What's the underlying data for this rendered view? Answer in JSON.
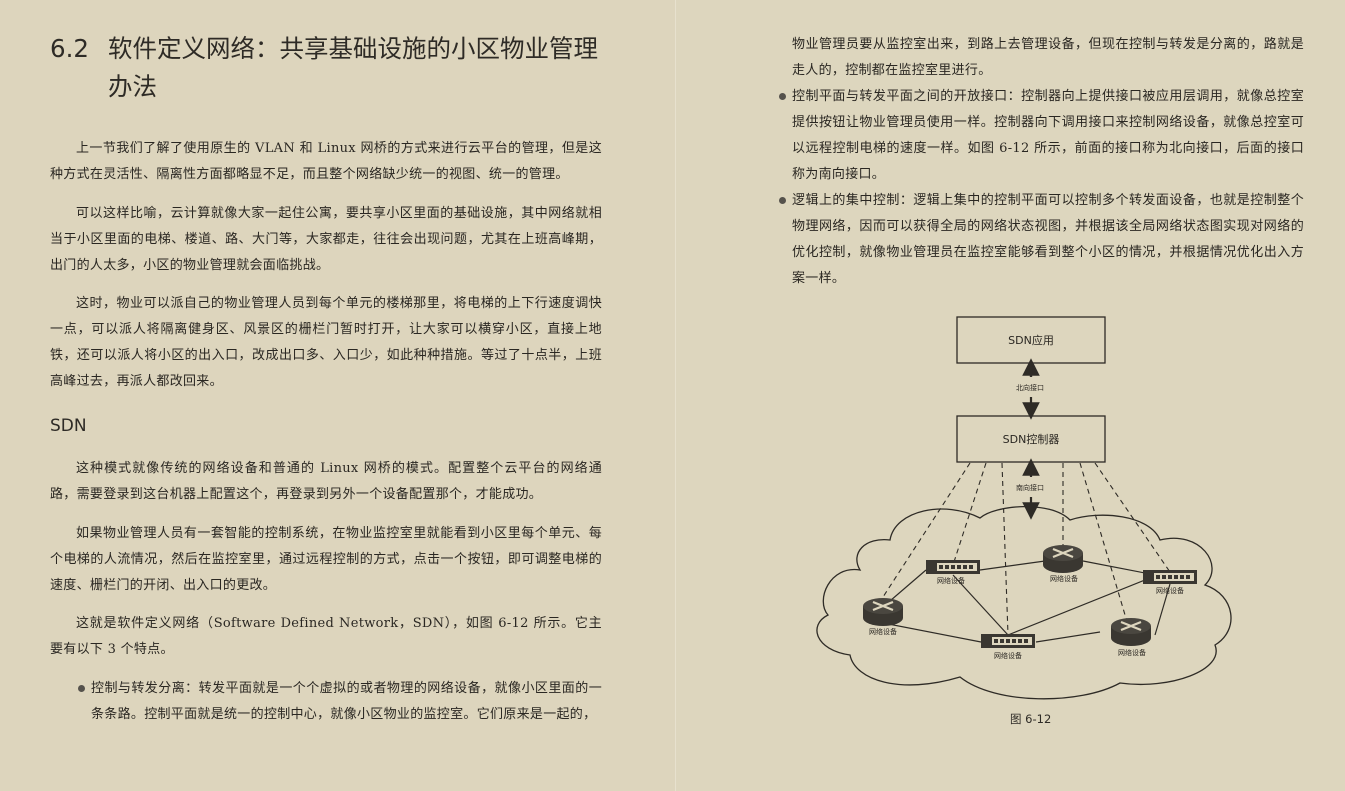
{
  "left_page": {
    "section_number": "6.2",
    "section_title": "软件定义网络：共享基础设施的小区物业管理办法",
    "paragraphs": [
      "上一节我们了解了使用原生的 VLAN 和 Linux 网桥的方式来进行云平台的管理，但是这种方式在灵活性、隔离性方面都略显不足，而且整个网络缺少统一的视图、统一的管理。",
      "可以这样比喻，云计算就像大家一起住公寓，要共享小区里面的基础设施，其中网络就相当于小区里面的电梯、楼道、路、大门等，大家都走，往往会出现问题，尤其在上班高峰期，出门的人太多，小区的物业管理就会面临挑战。",
      "这时，物业可以派自己的物业管理人员到每个单元的楼梯那里，将电梯的上下行速度调快一点，可以派人将隔离健身区、风景区的栅栏门暂时打开，让大家可以横穿小区，直接上地铁，还可以派人将小区的出入口，改成出口多、入口少，如此种种措施。等过了十点半，上班高峰过去，再派人都改回来。"
    ],
    "subheading": "SDN",
    "sdn_paragraphs": [
      "这种模式就像传统的网络设备和普通的 Linux 网桥的模式。配置整个云平台的网络通路，需要登录到这台机器上配置这个，再登录到另外一个设备配置那个，才能成功。",
      "如果物业管理人员有一套智能的控制系统，在物业监控室里就能看到小区里每个单元、每个电梯的人流情况，然后在监控室里，通过远程控制的方式，点击一个按钮，即可调整电梯的速度、栅栏门的开闭、出入口的更改。",
      "这就是软件定义网络（Software Defined Network，SDN），如图 6-12 所示。它主要有以下 3 个特点。"
    ],
    "bullet_1": "控制与转发分离：转发平面就是一个个虚拟的或者物理的网络设备，就像小区里面的一条条路。控制平面就是统一的控制中心，就像小区物业的监控室。它们原来是一起的，"
  },
  "right_page": {
    "bullet_1_continued": "物业管理员要从监控室出来，到路上去管理设备，但现在控制与转发是分离的，路就是走人的，控制都在监控室里进行。",
    "bullet_2": "控制平面与转发平面之间的开放接口：控制器向上提供接口被应用层调用，就像总控室提供按钮让物业管理员使用一样。控制器向下调用接口来控制网络设备，就像总控室可以远程控制电梯的速度一样。如图 6-12 所示，前面的接口称为北向接口，后面的接口称为南向接口。",
    "bullet_3": "逻辑上的集中控制：逻辑上集中的控制平面可以控制多个转发面设备，也就是控制整个物理网络，因而可以获得全局的网络状态视图，并根据该全局网络状态图实现对网络的优化控制，就像物业管理员在监控室能够看到整个小区的情况，并根据情况优化出入方案一样。",
    "figure": {
      "app_box": "SDN应用",
      "northbound_label": "北向接口",
      "controller_box": "SDN控制器",
      "southbound_label": "南向接口",
      "device_label": "网络设备",
      "devices": [
        {
          "type": "switch",
          "label": "网络设备"
        },
        {
          "type": "router",
          "label": "网络设备"
        },
        {
          "type": "switch",
          "label": "网络设备"
        },
        {
          "type": "router",
          "label": "网络设备"
        },
        {
          "type": "switch",
          "label": "网络设备"
        },
        {
          "type": "router",
          "label": "网络设备"
        }
      ],
      "caption": "图 6-12"
    }
  },
  "colors": {
    "paper_left": "#ddd5bd",
    "paper_right": "#ddd6be",
    "text": "#2a2722",
    "device": "#3a3731"
  }
}
